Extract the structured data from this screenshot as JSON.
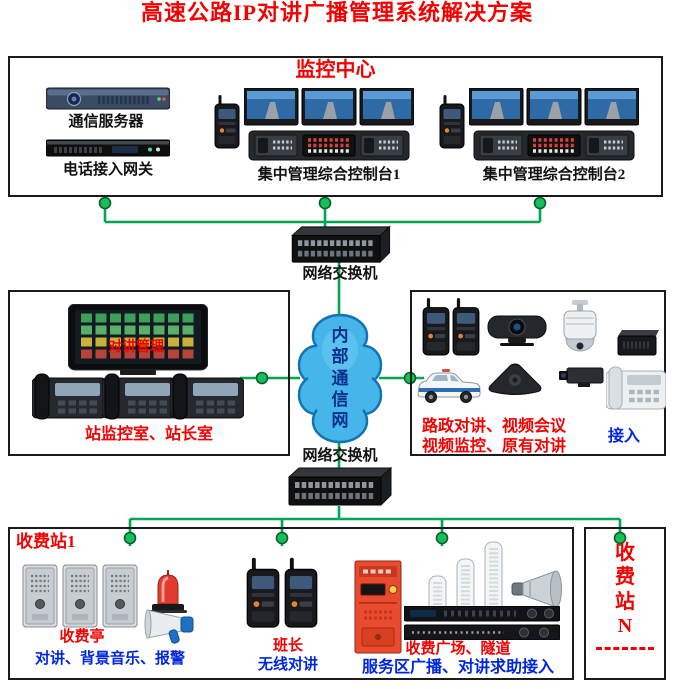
{
  "title": "高速公路IP对讲广播管理系统解决方案",
  "monitoring_center": {
    "title": "监控中心",
    "comm_server_label": "通信服务器",
    "gateway_label": "电话接入网关",
    "console1_label": "集中管理综合控制台1",
    "console2_label": "集中管理综合控制台2"
  },
  "network": {
    "switch_top_label": "网络交换机",
    "switch_bottom_label": "网络交换机",
    "cloud_label": "内部通信网"
  },
  "station_room": {
    "screen_title": "对讲管理",
    "caption": "站监控室、站长室"
  },
  "access_group": {
    "line1": "路政对讲、视频会议",
    "line2": "视频监控、原有对讲",
    "access": "接入"
  },
  "toll_station_1": {
    "title": "收费站1",
    "booth_label": "收费亭",
    "booth_caption": "对讲、背景音乐、报警",
    "leader_label": "班长",
    "leader_caption": "无线对讲",
    "plaza_label": "收费广场、隧道",
    "plaza_caption": "服务区广播、对讲求助接入"
  },
  "toll_station_n": {
    "title": "收费站N"
  },
  "colors": {
    "accent_red": "#f40000",
    "accent_blue": "#0026e0",
    "line_green": "#00a651",
    "dot_green": "#13c05a",
    "cloud_blue": "#46b5e9"
  },
  "devices": {
    "comm_server": "rack-server",
    "gateway": "rack-gateway",
    "console": "monitor-wall-console",
    "walkie_talkie": "handheld-radio",
    "switch": "ethernet-switch",
    "touchscreen": "intercom-touch-panel",
    "ip_phone": "black-desk-phone",
    "video_camera": "video-conference-camera",
    "conference_phone": "speakerphone",
    "ptz_camera": "ptz-dome-camera",
    "box_camera": "cctv-box-camera",
    "desk_phone_white": "analog-phone",
    "patrol_car": "road-admin-vehicle",
    "wall_box": "dark-wall-device",
    "intercom_panel": "wall-intercom-panel",
    "alarm_beacon": "alarm-light",
    "megaphone": "megaphone",
    "emergency_box": "emergency-broadcast-box",
    "column_speaker": "column-speakers",
    "horn_speaker": "horn-speaker",
    "amplifier": "broadcast-amplifiers",
    "cloud": "network-cloud"
  }
}
